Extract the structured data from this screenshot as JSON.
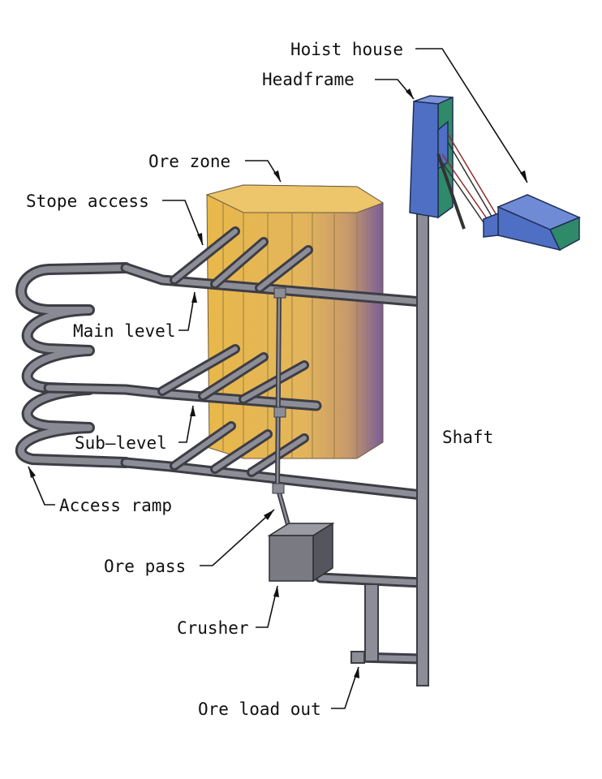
{
  "labels": {
    "hoist_house": "Hoist house",
    "headframe": "Headframe",
    "ore_zone": "Ore zone",
    "stope_access": "Stope access",
    "main_level": "Main level",
    "sub_level": "Sub–level",
    "shaft": "Shaft",
    "access_ramp": "Access ramp",
    "ore_pass": "Ore pass",
    "crusher": "Crusher",
    "ore_load_out": "Ore load out"
  },
  "colors": {
    "tunnel": "#6e6e78",
    "ore_body": "#e2b84f",
    "ore_edge": "#7d5fa0",
    "headframe": "#4f6fc4",
    "headframe_side": "#2f8a6a",
    "crusher": "#707078",
    "hoist_rope": "#8a3030"
  }
}
